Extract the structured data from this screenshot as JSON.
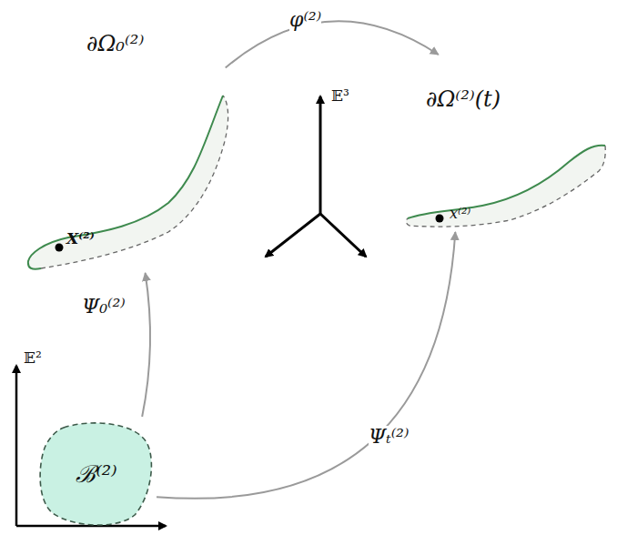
{
  "diagram": {
    "nodes": [
      {
        "text": [
          "∂Ω₀⁽²⁾",
          "X⁽²⁾"
        ]
      },
      {
        "text": [
          "∂Ω⁽²⁾(t)",
          "x⁽²⁾"
        ]
      },
      {
        "text": [
          "ℬ⁽²⁾"
        ]
      }
    ],
    "edges": [
      {
        "from": 0,
        "to": 1,
        "arrow": "to",
        "label": "φ⁽²⁾"
      },
      {
        "from": 2,
        "to": 0,
        "arrow": "to",
        "label": "Ψ₀⁽²⁾"
      },
      {
        "from": 2,
        "to": 1,
        "arrow": "to",
        "label": "Ψₜ⁽²⁾"
      }
    ],
    "labels": [
      "𝔼³",
      "𝔼²"
    ]
  }
}
